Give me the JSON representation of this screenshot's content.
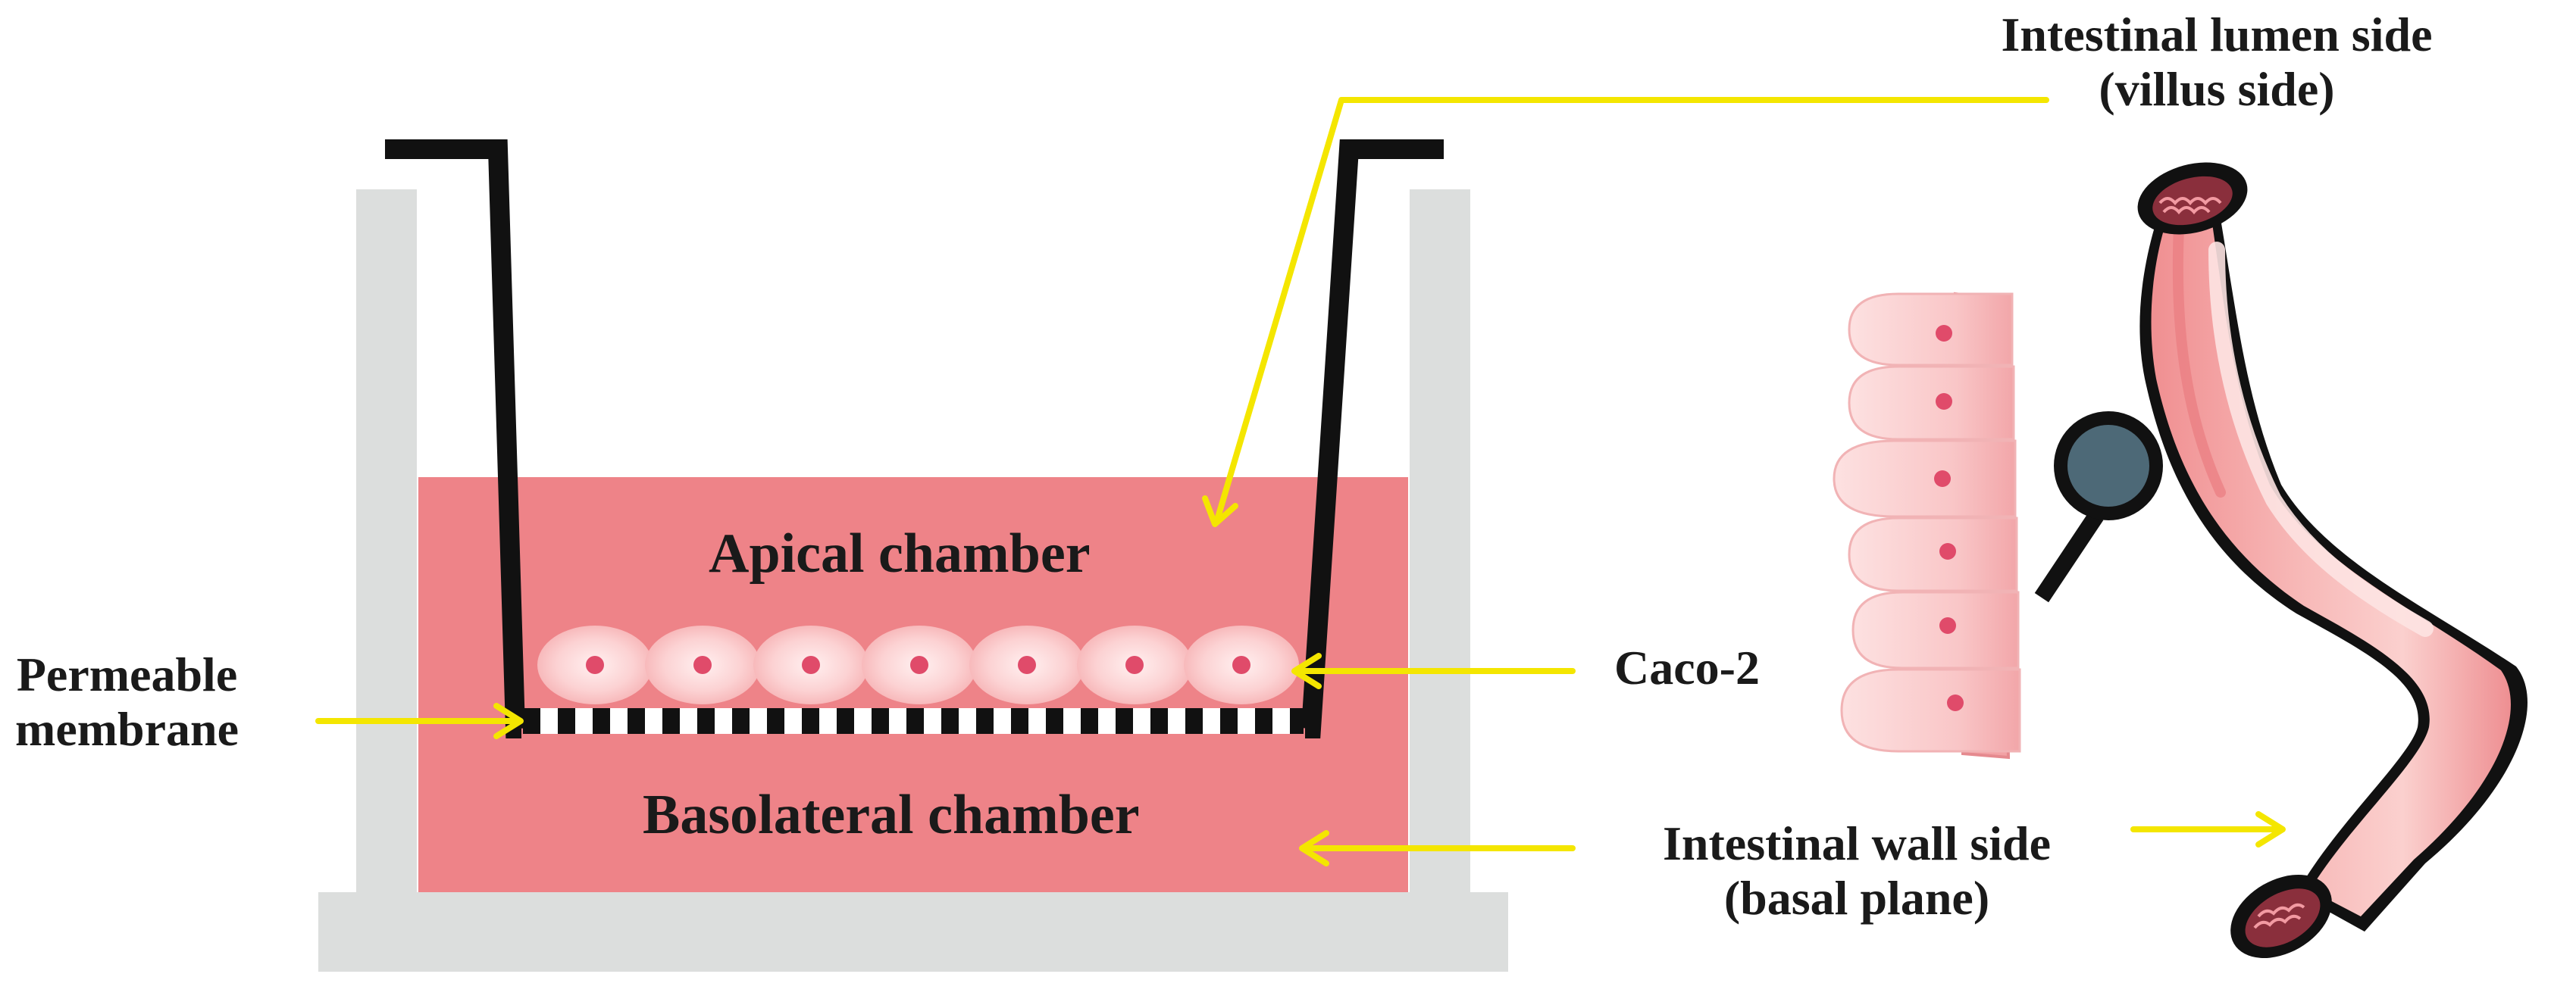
{
  "labels": {
    "apical_chamber": "Apical chamber",
    "basolateral_chamber": "Basolateral chamber",
    "permeable_membrane_line1": "Permeable",
    "permeable_membrane_line2": "membrane",
    "caco2": "Caco-2",
    "lumen_line1": "Intestinal lumen side",
    "lumen_line2": "(villus side)",
    "wall_line1": "Intestinal wall side",
    "wall_line2": "(basal plane)"
  },
  "colors": {
    "medium": "#ee8388",
    "well_wall": "#dcdedd",
    "insert": "#111111",
    "arrow": "#f4e600",
    "cell_fill": "#fbc7c8",
    "cell_nucleus": "#e04b6a",
    "intestine": "#f4a9a8",
    "magnifier_lens": "#4d6977",
    "text": "#1a1a1a"
  },
  "icons": {
    "magnifier": "magnifier-icon",
    "intestine": "intestine-tube-icon"
  }
}
